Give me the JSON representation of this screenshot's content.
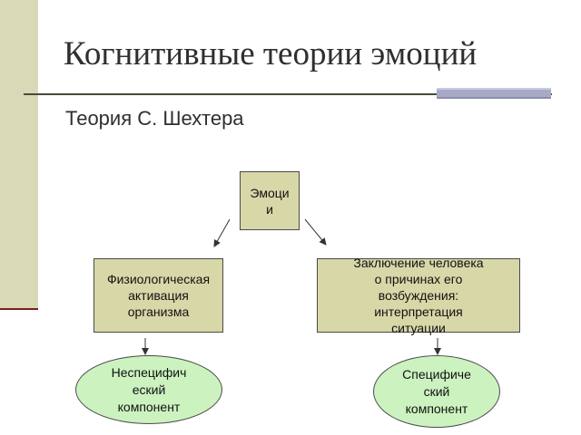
{
  "slide": {
    "title": "Когнитивные теории эмоций",
    "subtitle": "Теория С. Шехтера"
  },
  "diagram": {
    "root": "Эмоци\nи",
    "physiological": "Физиологическая\nактивация\nорганизма",
    "conclusion": "Заключение человека\nо причинах его\nвозбуждения:\nинтерпретация\nситуации",
    "nonspecific": "Неспецифич\neский\nкомпонент",
    "specific": "Специфиче\nский\nкомпонент"
  },
  "colors": {
    "box_fill": "#d8d7a8",
    "oval_fill": "#ccf2c0",
    "left_band": "#d8d9b6",
    "accent_bar": "#a7a9c7"
  }
}
